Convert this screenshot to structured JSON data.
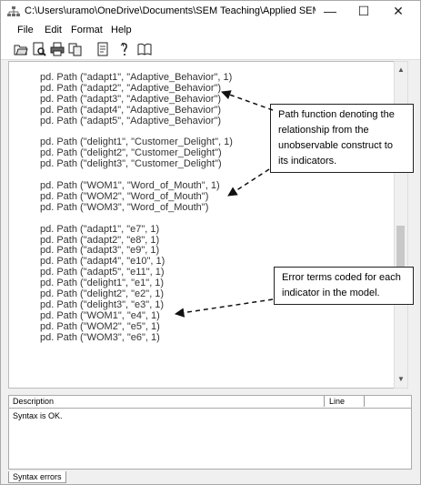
{
  "window": {
    "title": "C:\\Users\\uramo\\OneDrive\\Documents\\SEM Teaching\\Applied SEM\\CFASyn..."
  },
  "controls": {
    "minimize": "—",
    "maximize": "☐",
    "close": "✕"
  },
  "menu": [
    "File",
    "Edit",
    "Format",
    "Help"
  ],
  "toolbar_icons": [
    "open-folder-icon",
    "print-preview-icon",
    "print-icon",
    "copy-icon",
    "document-icon",
    "help-arrow-icon",
    "book-icon"
  ],
  "code_lines": [
    "pd. Path (\"adapt1\", \"Adaptive_Behavior\", 1)",
    "pd. Path (\"adapt2\", \"Adaptive_Behavior\")",
    "pd. Path (\"adapt3\", \"Adaptive_Behavior\")",
    "pd. Path (\"adapt4\", \"Adaptive_Behavior\")",
    "pd. Path (\"adapt5\", \"Adaptive_Behavior\")",
    "",
    "pd. Path (\"delight1\", \"Customer_Delight\",  1)",
    "pd. Path (\"delight2\", \"Customer_Delight\")",
    "pd. Path (\"delight3\", \"Customer_Delight\")",
    "",
    "pd. Path (\"WOM1\", \"Word_of_Mouth\", 1)",
    "pd. Path (\"WOM2\", \"Word_of_Mouth\")",
    "pd. Path (\"WOM3\", \"Word_of_Mouth\")",
    "",
    "pd. Path (\"adapt1\", \"e7\", 1)",
    "pd. Path (\"adapt2\", \"e8\", 1)",
    "pd. Path (\"adapt3\", \"e9\", 1)",
    "pd. Path (\"adapt4\", \"e10\", 1)",
    "pd. Path (\"adapt5\", \"e11\", 1)",
    "pd. Path (\"delight1\", \"e1\", 1)",
    "pd. Path (\"delight2\", \"e2\", 1)",
    "pd. Path (\"delight3\", \"e3\", 1)",
    "pd. Path (\"WOM1\", \"e4\", 1)",
    "pd. Path (\"WOM2\", \"e5\", 1)",
    "pd. Path (\"WOM3\", \"e6\", 1)"
  ],
  "callouts": {
    "path_function": "Path function denoting the relationship from the unobservable construct to its indicators.",
    "error_terms": "Error terms coded for each indicator in the model."
  },
  "bottom_panel": {
    "col_description": "Description",
    "col_line": "Line",
    "message": "Syntax is OK.",
    "tab_syntax_errors": "Syntax errors"
  }
}
